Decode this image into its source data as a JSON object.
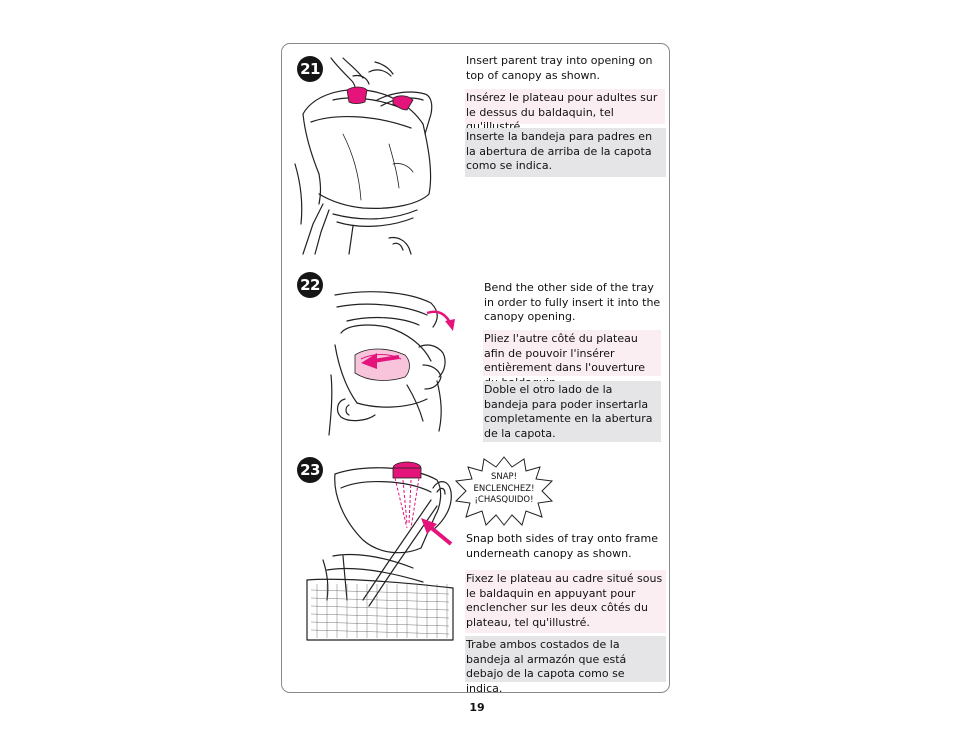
{
  "page": {
    "number": "19"
  },
  "colors": {
    "accent_pink": "#e4147a",
    "french_bg": "#fbeef3",
    "spanish_bg": "#e5e5e7"
  },
  "steps": [
    {
      "number": "21",
      "en": "Insert parent tray into opening on top of canopy as shown.",
      "fr": "Insérez le plateau pour adultes sur le dessus du baldaquin, tel qu'illustré.",
      "es": "Inserte la bandeja para padres en la abertura de arriba de la capota como se indica."
    },
    {
      "number": "22",
      "en": "Bend the other side of the tray in order to fully insert it into the canopy opening.",
      "fr": "Pliez l'autre côté du plateau afin de pouvoir l'insérer entièrement dans l'ouverture du baldaquin.",
      "es": "Doble el otro lado de la bandeja para poder insertarla completamente en la abertura de la capota."
    },
    {
      "number": "23",
      "snap_label": "SNAP!\nENCLENCHEZ!\n¡CHASQUIDO!",
      "en": "Snap both sides of tray onto frame underneath canopy as shown.",
      "fr": "Fixez le plateau au cadre situé sous le baldaquin en appuyant pour enclencher sur les deux côtés du plateau, tel qu'illustré.",
      "es": "Trabe ambos costados de la bandeja al armazón que está debajo de la capota como se indica."
    }
  ]
}
